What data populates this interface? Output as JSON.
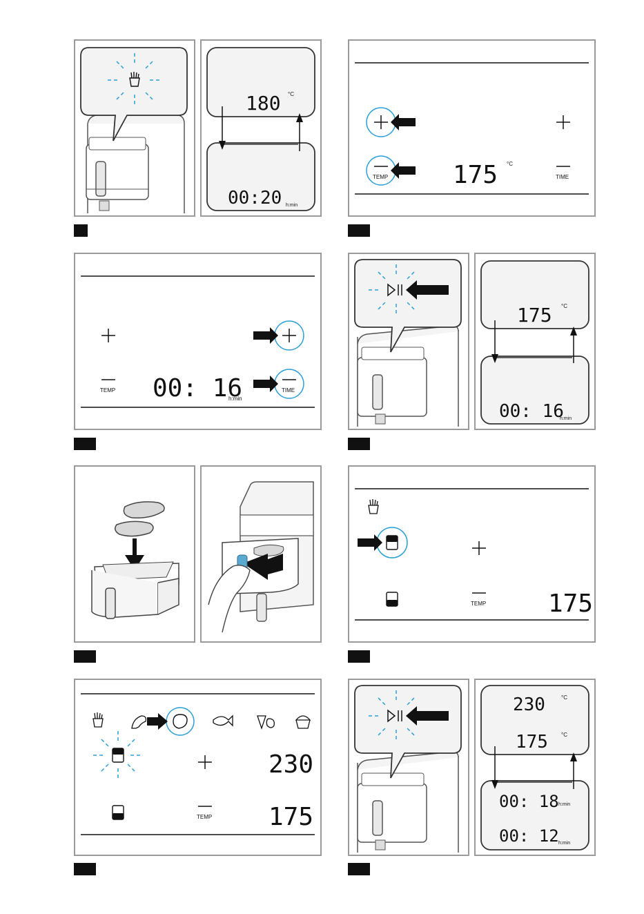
{
  "units": {
    "celsius": "°C",
    "hmin": "h:min",
    "hmin_small": "h:min"
  },
  "labels": {
    "temp": "TEMP",
    "time": "TIME"
  },
  "step_displays": {
    "a": {
      "temp": "180",
      "time": "00:20"
    },
    "b": {
      "temp": "175"
    },
    "c": {
      "time": "00: 16"
    },
    "d": {
      "temp": "175",
      "time": "00: 16"
    },
    "f": {
      "temp": "175"
    },
    "g": {
      "temp_top": "230",
      "temp_bottom": "175"
    },
    "h": {
      "temp_top": "230",
      "temp_bottom": "175",
      "time_top": "00: 18",
      "time_bottom": "00: 12"
    }
  },
  "colors": {
    "accent": "#2a9fd6",
    "frame": "#9a9a9a",
    "ink": "#111111"
  },
  "icons": [
    "fries-icon",
    "chicken-leg-icon",
    "steak-icon",
    "fish-icon",
    "vegetables-icon",
    "muffin-icon",
    "play-pause-icon",
    "plus-icon",
    "minus-icon",
    "drawer-top-icon",
    "drawer-bottom-icon",
    "arrow-icon"
  ]
}
